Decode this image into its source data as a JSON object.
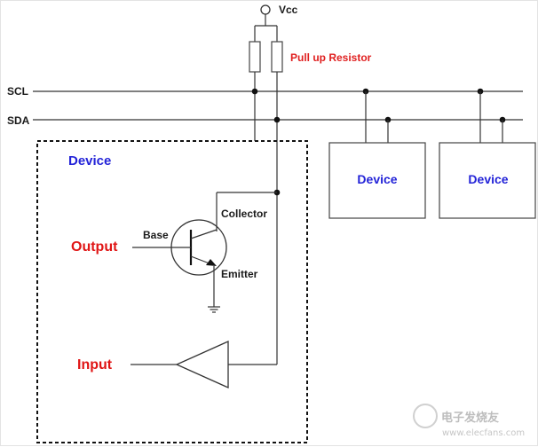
{
  "labels": {
    "vcc": "Vcc",
    "pullup": "Pull up Resistor",
    "scl": "SCL",
    "sda": "SDA",
    "device_main": "Device",
    "device_2": "Device",
    "device_3": "Device",
    "collector": "Collector",
    "base": "Base",
    "emitter": "Emitter",
    "output": "Output",
    "input": "Input"
  },
  "watermark": {
    "text": "电子发烧友",
    "url": "www.elecfans.com"
  },
  "colors": {
    "wire": "#333333",
    "red_label": "#e01515",
    "blue_label": "#2323d8"
  }
}
